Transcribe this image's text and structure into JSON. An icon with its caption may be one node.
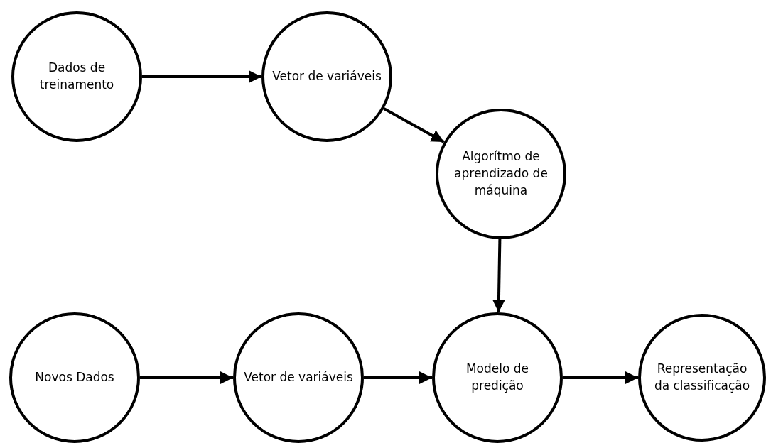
{
  "diagram": {
    "nodes": [
      {
        "text": [
          "Dados de treinamento"
        ]
      },
      {
        "text": [
          "Vetor de variáveis"
        ]
      },
      {
        "text": [
          "Algorítmo de aprendizado de máquina"
        ]
      },
      {
        "text": [
          "Novos Dados"
        ]
      },
      {
        "text": [
          "Vetor de variáveis"
        ]
      },
      {
        "text": [
          "Modelo de predição"
        ]
      },
      {
        "text": [
          "Representação da classificação"
        ]
      }
    ],
    "edges": [
      {
        "from": 0,
        "to": 1,
        "arrow": "to"
      },
      {
        "from": 1,
        "to": 2,
        "arrow": "to"
      },
      {
        "from": 2,
        "to": 5,
        "arrow": "to"
      },
      {
        "from": 3,
        "to": 4,
        "arrow": "to"
      },
      {
        "from": 4,
        "to": 5,
        "arrow": "to"
      },
      {
        "from": 5,
        "to": 6,
        "arrow": "to"
      }
    ]
  }
}
